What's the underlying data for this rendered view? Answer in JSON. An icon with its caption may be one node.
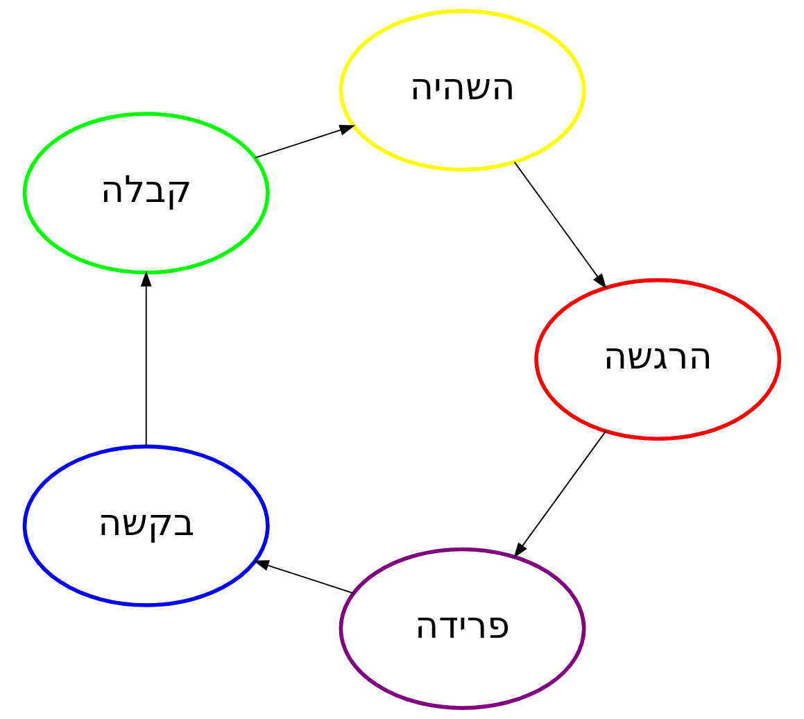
{
  "diagram": {
    "nodes": [
      {
        "text": [
          "פרידה"
        ]
      },
      {
        "text": [
          "הרגשה"
        ]
      },
      {
        "text": [
          "בקשה"
        ]
      },
      {
        "text": [
          "השהיה"
        ]
      },
      {
        "text": [
          "קבלה"
        ]
      }
    ],
    "edges": [
      {
        "from": 1,
        "to": 0,
        "arrow": "to"
      },
      {
        "from": 0,
        "to": 2,
        "arrow": "to"
      },
      {
        "from": 2,
        "to": 4,
        "arrow": "to"
      },
      {
        "from": 4,
        "to": 3,
        "arrow": "to"
      },
      {
        "from": 3,
        "to": 1,
        "arrow": "to"
      }
    ]
  }
}
